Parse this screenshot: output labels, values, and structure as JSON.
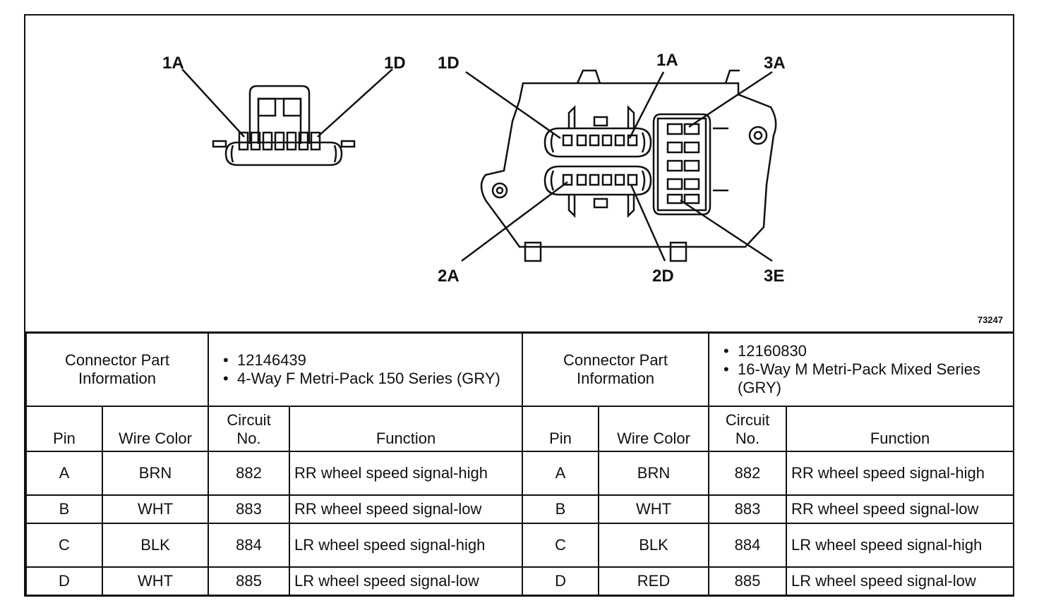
{
  "diagram": {
    "left_connector_callouts": {
      "a": "1A",
      "d": "1D"
    },
    "right_connector_callouts": {
      "top_left": "1D",
      "top_mid": "1A",
      "top_right": "3A",
      "bottom_left": "2A",
      "bottom_mid": "2D",
      "bottom_right": "3E"
    },
    "figure_number": "73247"
  },
  "tables": [
    {
      "part_label": "Connector Part Information",
      "part_info": [
        "12146439",
        "4-Way F Metri-Pack 150 Series (GRY)"
      ],
      "headers": {
        "pin": "Pin",
        "wire_color": "Wire Color",
        "circuit": "Circuit No.",
        "function": "Function"
      },
      "rows": [
        {
          "pin": "A",
          "wire": "BRN",
          "circuit": "882",
          "function": "RR wheel speed signal-high"
        },
        {
          "pin": "B",
          "wire": "WHT",
          "circuit": "883",
          "function": "RR wheel speed signal-low"
        },
        {
          "pin": "C",
          "wire": "BLK",
          "circuit": "884",
          "function": "LR wheel speed signal-high"
        },
        {
          "pin": "D",
          "wire": "WHT",
          "circuit": "885",
          "function": "LR wheel speed signal-low"
        }
      ]
    },
    {
      "part_label": "Connector Part Information",
      "part_info": [
        "12160830",
        "16-Way M Metri-Pack Mixed Series (GRY)"
      ],
      "headers": {
        "pin": "Pin",
        "wire_color": "Wire Color",
        "circuit": "Circuit No.",
        "function": "Function"
      },
      "rows": [
        {
          "pin": "A",
          "wire": "BRN",
          "circuit": "882",
          "function": "RR wheel speed signal-high"
        },
        {
          "pin": "B",
          "wire": "WHT",
          "circuit": "883",
          "function": "RR wheel speed signal-low"
        },
        {
          "pin": "C",
          "wire": "BLK",
          "circuit": "884",
          "function": "LR wheel speed signal-high"
        },
        {
          "pin": "D",
          "wire": "RED",
          "circuit": "885",
          "function": "LR wheel speed signal-low"
        }
      ]
    }
  ]
}
